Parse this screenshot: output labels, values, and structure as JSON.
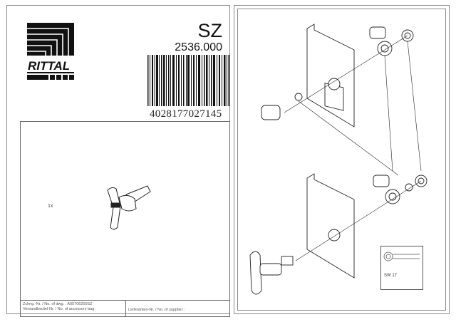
{
  "document": {
    "brand": "RITTAL",
    "product_code": "SZ",
    "article_number": "2536.000",
    "ean_barcode": "4028177027145",
    "quantity_label": "1x",
    "footer": {
      "drawing_number": "Zchng.-Nr. / No. of dwg. : A05706200SZ",
      "accessory_bag": "Versandbeutel-Nr. / No. of accessory bag :",
      "supplier_number": "Lieferanten-Nr. / No. of supplier :"
    },
    "tool_hint": "SW 17",
    "colors": {
      "line": "#8a8a8a",
      "ink": "#111111",
      "background": "#ffffff"
    }
  }
}
